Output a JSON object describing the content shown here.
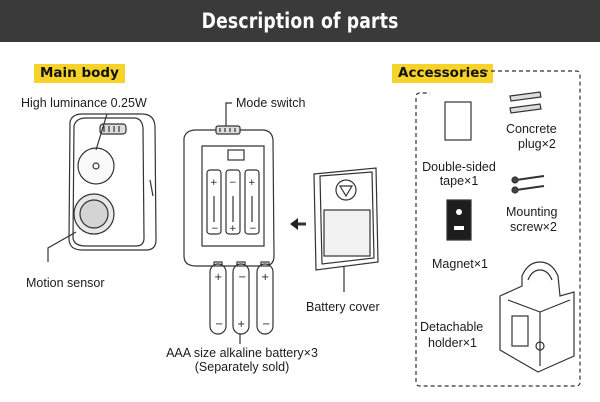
{
  "header": {
    "title": "Description of parts"
  },
  "sections": {
    "main_body": "Main body",
    "accessories": "Accessories"
  },
  "main_body_labels": {
    "high_luminance": "High luminance 0.25W",
    "mode_switch": "Mode switch",
    "motion_sensor": "Motion sensor",
    "battery_cover": "Battery cover",
    "battery_line1": "AAA size alkaline battery×3",
    "battery_line2": "(Separately sold)"
  },
  "accessory_labels": {
    "tape_line1": "Double-sided",
    "tape_line2": "tape×1",
    "concrete_line1": "Concrete",
    "concrete_line2": "plug×2",
    "mounting_line1": "Mounting",
    "mounting_line2": "screw×2",
    "magnet": "Magnet×1",
    "holder_line1": "Detachable",
    "holder_line2": "holder×1"
  },
  "colors": {
    "header_bg": "#3a3a3a",
    "badge_bg": "#f7d32a",
    "line": "#333333"
  }
}
